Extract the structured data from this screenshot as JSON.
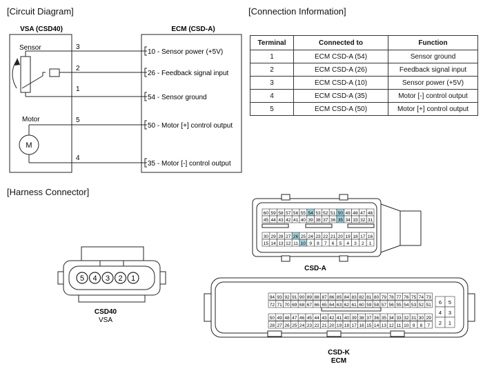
{
  "sections": {
    "circuit": "[Circuit Diagram]",
    "connection": "[Connection Information]",
    "harness": "[Harness Connector]"
  },
  "circuit": {
    "vsa_title": "VSA (CSD40)",
    "ecm_title": "ECM (CSD-A)",
    "sensor_label": "Sensor",
    "motor_label": "Motor",
    "motor_symbol": "M",
    "pins": [
      "3",
      "2",
      "1",
      "5",
      "4"
    ],
    "ecm_pins": [
      "10 - Sensor power (+5V)",
      "26 - Feedback signal input",
      "54 - Sensor ground",
      "50 - Motor [+] control output",
      "35 - Motor [-] control output"
    ]
  },
  "connection_table": {
    "headers": [
      "Terminal",
      "Connected to",
      "Function"
    ],
    "rows": [
      [
        "1",
        "ECM CSD-A (54)",
        "Sensor ground"
      ],
      [
        "2",
        "ECM CSD-A (26)",
        "Feedback signal input"
      ],
      [
        "3",
        "ECM CSD-A (10)",
        "Sensor power (+5V)"
      ],
      [
        "4",
        "ECM CSD-A (35)",
        "Motor [-] control output"
      ],
      [
        "5",
        "ECM CSD-A (50)",
        "Motor [+] control output"
      ]
    ]
  },
  "connectors": {
    "csd40": {
      "name": "CSD40",
      "sub": "VSA",
      "pins": [
        "5",
        "4",
        "3",
        "2",
        "1"
      ]
    },
    "csd_a": {
      "name": "CSD-A",
      "highlight_color": "#9fd3dc",
      "rows": [
        [
          "60",
          "59",
          "58",
          "57",
          "56",
          "55",
          "54",
          "53",
          "52",
          "51",
          "50",
          "49",
          "48",
          "47",
          "46"
        ],
        [
          "45",
          "44",
          "43",
          "42",
          "41",
          "40",
          "39",
          "38",
          "37",
          "36",
          "35",
          "34",
          "33",
          "32",
          "31"
        ],
        [
          "30",
          "29",
          "28",
          "27",
          "26",
          "25",
          "24",
          "23",
          "22",
          "21",
          "20",
          "19",
          "18",
          "17",
          "16"
        ],
        [
          "15",
          "14",
          "13",
          "12",
          "11",
          "10",
          "9",
          "8",
          "7",
          "6",
          "5",
          "4",
          "3",
          "2",
          "1"
        ]
      ],
      "highlighted": [
        "54",
        "50",
        "35",
        "26",
        "10"
      ]
    },
    "csd_k": {
      "name": "CSD-K",
      "sub": "ECM",
      "rows": [
        [
          "94",
          "93",
          "92",
          "91",
          "90",
          "89",
          "88",
          "87",
          "86",
          "85",
          "84",
          "83",
          "82",
          "81",
          "80",
          "79",
          "78",
          "77",
          "76",
          "75",
          "74",
          "73"
        ],
        [
          "72",
          "71",
          "70",
          "69",
          "68",
          "67",
          "66",
          "65",
          "64",
          "63",
          "62",
          "61",
          "60",
          "59",
          "58",
          "57",
          "56",
          "55",
          "54",
          "53",
          "52",
          "51"
        ],
        [
          "50",
          "49",
          "48",
          "47",
          "46",
          "45",
          "44",
          "43",
          "42",
          "41",
          "40",
          "39",
          "38",
          "37",
          "36",
          "35",
          "34",
          "33",
          "32",
          "31",
          "30",
          "29"
        ],
        [
          "28",
          "27",
          "26",
          "25",
          "24",
          "23",
          "22",
          "21",
          "20",
          "19",
          "18",
          "17",
          "16",
          "15",
          "14",
          "13",
          "12",
          "11",
          "10",
          "9",
          "8",
          "7"
        ]
      ],
      "side_pins": [
        [
          "6",
          "5"
        ],
        [
          "4",
          "3"
        ],
        [
          "2",
          "1"
        ]
      ]
    }
  }
}
